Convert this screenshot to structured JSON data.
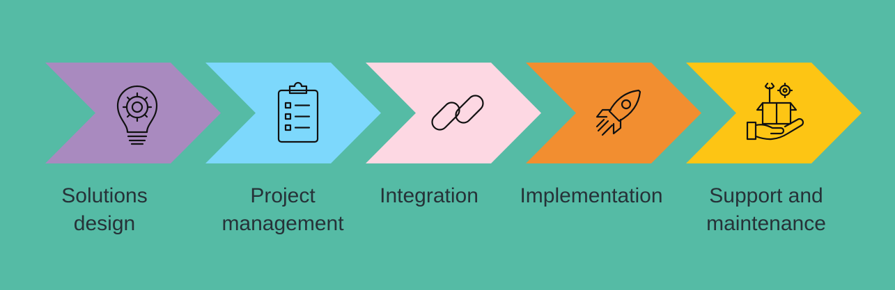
{
  "background_color": "#55bba5",
  "steps": [
    {
      "label": "Solutions\ndesign",
      "color": "#a98abf",
      "icon": "lightbulb-gear-icon"
    },
    {
      "label": "Project\nmanagement",
      "color": "#7dd8fc",
      "icon": "clipboard-checklist-icon"
    },
    {
      "label": "Integration",
      "color": "#fdd8e3",
      "icon": "chain-link-icon"
    },
    {
      "label": "Implementation",
      "color": "#f28e30",
      "icon": "rocket-icon"
    },
    {
      "label": "Support and\nmaintenance",
      "color": "#fdc514",
      "icon": "hand-box-tools-icon"
    }
  ]
}
